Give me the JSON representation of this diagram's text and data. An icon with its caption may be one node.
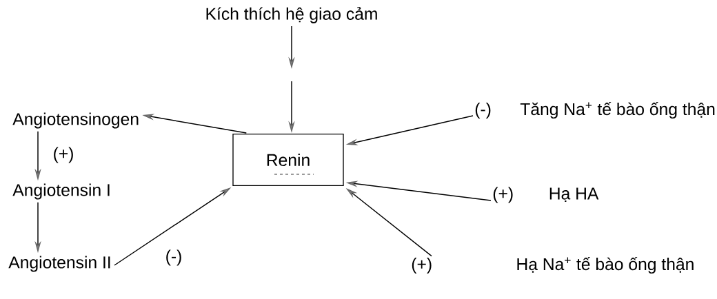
{
  "diagram": {
    "nodes": [
      {
        "text": [
          "Kích thích hệ giao cảm"
        ]
      },
      {
        "text": [
          "Renin"
        ]
      },
      {
        "text": [
          "Angiotensinogen"
        ]
      },
      {
        "text": [
          "Angiotensin I"
        ]
      },
      {
        "text": [
          "Angiotensin II"
        ]
      },
      {
        "text": [
          "(-)",
          "Tăng Na$^{+}$ tế bào ống thận"
        ]
      },
      {
        "text": [
          "(+)",
          "Hạ HA"
        ]
      },
      {
        "text": [
          "(+)",
          "Hạ Na$^{+}$ tế bào ống thận"
        ]
      }
    ],
    "edges": [
      {
        "from": 0,
        "to": null,
        "arrow": "to"
      },
      {
        "from": null,
        "to": 1,
        "arrow": "to"
      },
      {
        "from": 1,
        "to": 2,
        "arrow": "to"
      },
      {
        "from": 2,
        "to": 3,
        "arrow": "to",
        "label": "(+)"
      },
      {
        "from": 3,
        "to": 4,
        "arrow": "to"
      },
      {
        "from": 4,
        "to": 1,
        "arrow": "to",
        "label": "(-)"
      },
      {
        "from": 5,
        "to": 1,
        "arrow": "to"
      },
      {
        "from": 6,
        "to": 1,
        "arrow": "to"
      },
      {
        "from": 7,
        "to": 1,
        "arrow": "to"
      }
    ]
  }
}
